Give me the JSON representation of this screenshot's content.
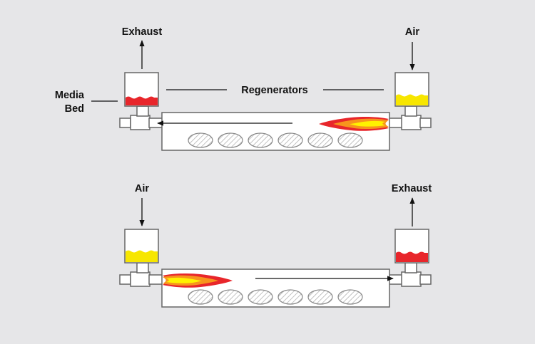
{
  "labels": {
    "exhaust_top": "Exhaust",
    "air_top": "Air",
    "media_line1": "Media",
    "media_line2": "Bed",
    "regenerators": "Regenerators",
    "air_bottom": "Air",
    "exhaust_bottom": "Exhaust"
  },
  "colors": {
    "background": "#e6e6e8",
    "outline": "#666666",
    "hot_media": "#e8262b",
    "cool_media": "#f7e600",
    "flame_outer": "#e8262b",
    "flame_mid": "#f7941d",
    "flame_core": "#fff200"
  },
  "diagrams": [
    {
      "id": "top",
      "left_regenerator_state": "hot",
      "right_regenerator_state": "cool",
      "burner_side": "right",
      "flow_direction": "left",
      "tube_count": 6
    },
    {
      "id": "bottom",
      "left_regenerator_state": "cool",
      "right_regenerator_state": "hot",
      "burner_side": "left",
      "flow_direction": "right",
      "tube_count": 6
    }
  ]
}
